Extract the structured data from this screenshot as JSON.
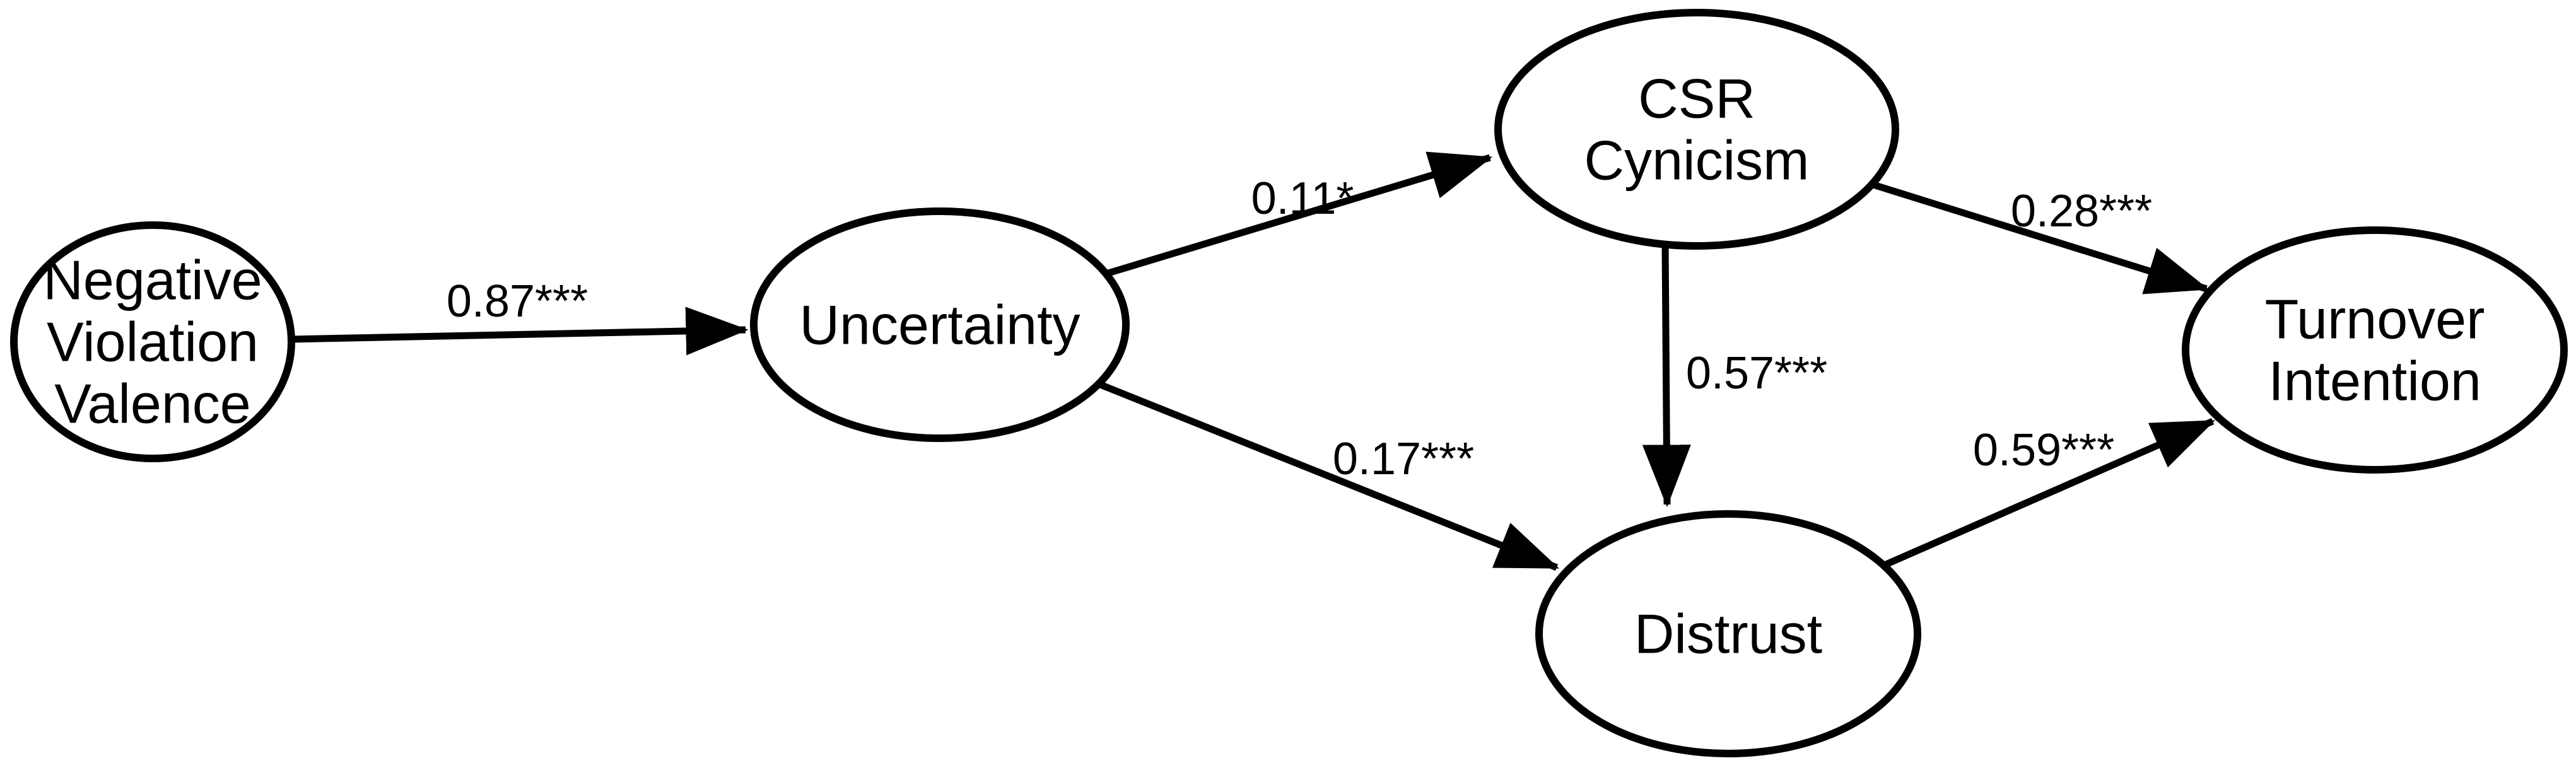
{
  "diagram": {
    "kind": "structural-equation-path-model",
    "colors": {
      "stroke": "#000000",
      "text": "#000000",
      "background": "#ffffff",
      "node_fill": "#ffffff"
    },
    "nodes": [
      {
        "id": "negative-violation-valence",
        "label": "Negative Violation Valence",
        "label_lines": [
          "Negative",
          "Violation",
          "Valence"
        ],
        "shape": "ellipse"
      },
      {
        "id": "uncertainty",
        "label": "Uncertainty",
        "label_lines": [
          "Uncertainty"
        ],
        "shape": "ellipse"
      },
      {
        "id": "csr-cynicism",
        "label": "CSR Cynicism",
        "label_lines": [
          "CSR",
          "Cynicism"
        ],
        "shape": "ellipse"
      },
      {
        "id": "distrust",
        "label": "Distrust",
        "label_lines": [
          "Distrust"
        ],
        "shape": "ellipse"
      },
      {
        "id": "turnover-intention",
        "label": "Turnover Intention",
        "label_lines": [
          "Turnover",
          "Intention"
        ],
        "shape": "ellipse"
      }
    ],
    "edges": [
      {
        "from": "negative-violation-valence",
        "to": "uncertainty",
        "coefficient": "0.87***"
      },
      {
        "from": "uncertainty",
        "to": "csr-cynicism",
        "coefficient": "0.11*"
      },
      {
        "from": "uncertainty",
        "to": "distrust",
        "coefficient": "0.17***"
      },
      {
        "from": "csr-cynicism",
        "to": "turnover-intention",
        "coefficient": "0.28***"
      },
      {
        "from": "csr-cynicism",
        "to": "distrust",
        "coefficient": "0.57***"
      },
      {
        "from": "distrust",
        "to": "turnover-intention",
        "coefficient": "0.59***"
      }
    ]
  }
}
